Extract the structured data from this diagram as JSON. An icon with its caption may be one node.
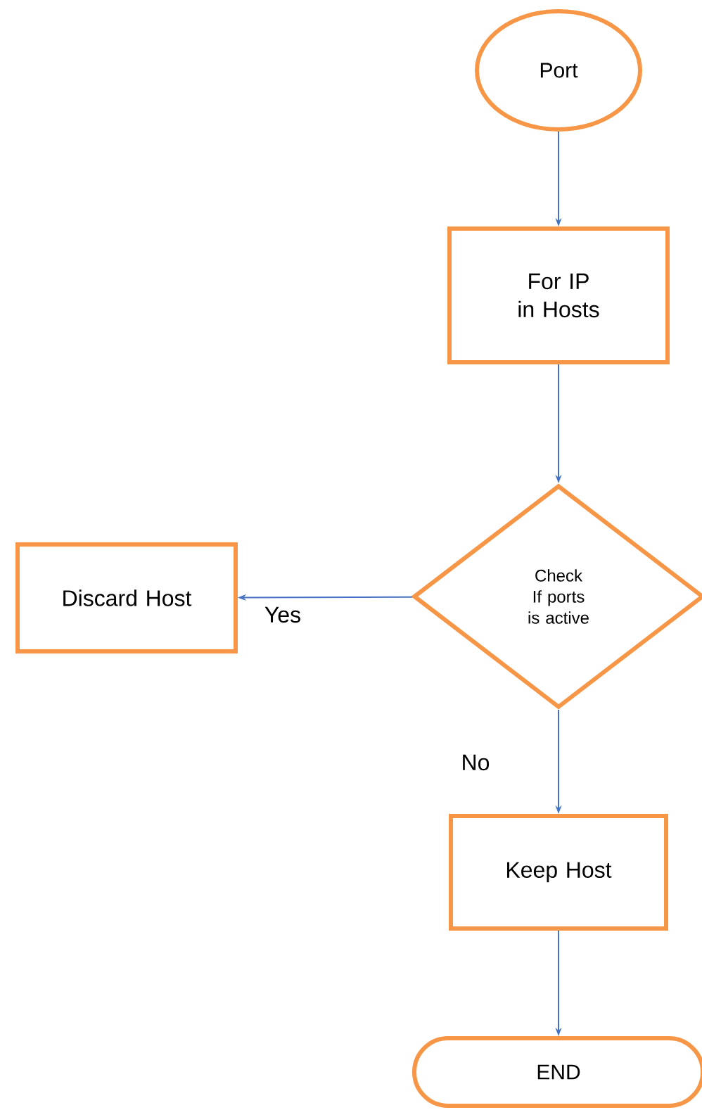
{
  "diagram": {
    "nodes": [
      {
        "text": [
          "Port"
        ]
      },
      {
        "text": [
          "For IP in Hosts"
        ]
      },
      {
        "text": [
          "Check If ports is active"
        ]
      },
      {
        "text": [
          "Discard Host"
        ]
      },
      {
        "text": [
          "Keep Host"
        ]
      },
      {
        "text": [
          "END"
        ]
      }
    ],
    "edges": [
      {
        "from": 0,
        "to": 1,
        "arrow": "to"
      },
      {
        "from": 1,
        "to": 2,
        "arrow": "to"
      },
      {
        "from": 2,
        "to": 3,
        "arrow": "to",
        "label": "Yes"
      },
      {
        "from": 2,
        "to": 4,
        "arrow": "to",
        "label": "No"
      },
      {
        "from": 4,
        "to": 5,
        "arrow": "to"
      }
    ]
  }
}
